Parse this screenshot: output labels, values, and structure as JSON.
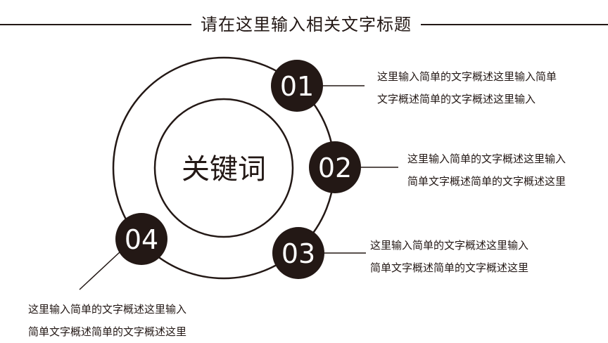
{
  "header": {
    "title": "请在这里输入相关文字标题"
  },
  "center": {
    "label": "关键词"
  },
  "items": [
    {
      "number": "01",
      "lines": [
        "这里输入简单的文字概述这里输入简单",
        "文字概述简单的文字概述这里输入"
      ]
    },
    {
      "number": "02",
      "lines": [
        "这里输入简单的文字概述这里输入",
        "简单文字概述简单的文字概述这里"
      ]
    },
    {
      "number": "03",
      "lines": [
        "这里输入简单的文字概述这里输入",
        "简单文字概述简单的文字概述这里"
      ]
    },
    {
      "number": "04",
      "lines": [
        "这里输入简单的文字概述这里输入",
        "简单文字概述简单的文字概述这里"
      ]
    }
  ],
  "colors": {
    "ink": "#231815",
    "background": "#ffffff"
  }
}
